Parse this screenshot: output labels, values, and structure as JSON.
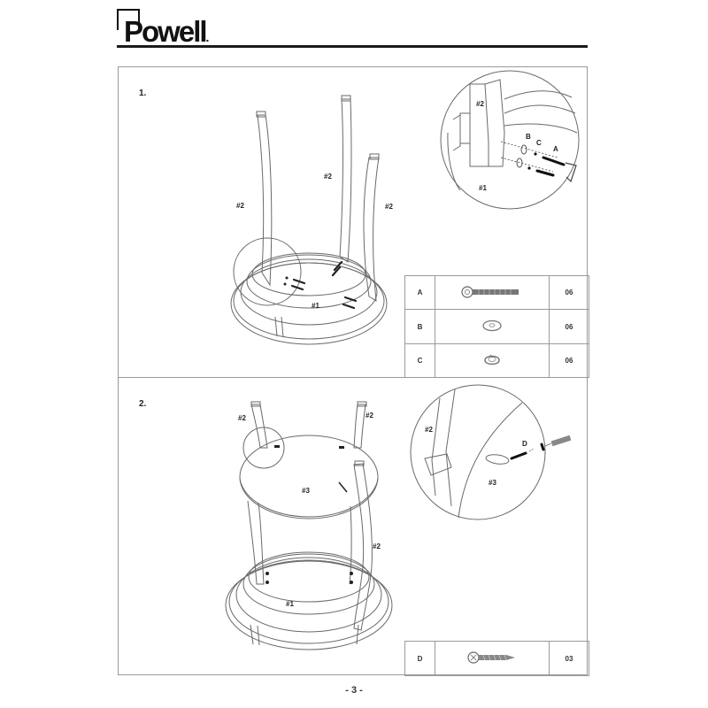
{
  "header": {
    "brand": "Powell",
    "brand_suffix": "."
  },
  "steps": [
    {
      "number": "1.",
      "labels": {
        "leg_left": "#2",
        "leg_middle": "#2",
        "leg_right": "#2",
        "seat_ring": "#1"
      },
      "detail": {
        "leg": "#2",
        "ring": "#1",
        "parts": [
          "B",
          "C",
          "A"
        ]
      },
      "parts_table": [
        {
          "letter": "A",
          "icon": "hex-bolt-icon",
          "qty": "06"
        },
        {
          "letter": "B",
          "icon": "flat-washer-icon",
          "qty": "06"
        },
        {
          "letter": "C",
          "icon": "lock-washer-icon",
          "qty": "06"
        }
      ]
    },
    {
      "number": "2.",
      "labels": {
        "leg_top_left": "#2",
        "leg_top_right": "#2",
        "leg_front": "#2",
        "seat": "#3",
        "base_ring": "#1"
      },
      "detail": {
        "leg": "#2",
        "seat": "#3",
        "part": "D"
      },
      "parts_table": [
        {
          "letter": "D",
          "icon": "wood-screw-icon",
          "qty": "03"
        }
      ]
    }
  ],
  "footer": {
    "page_number": "- 3 -"
  },
  "colors": {
    "line": "#555555",
    "frame": "#9a9a9a",
    "text": "#1a1a1a"
  }
}
